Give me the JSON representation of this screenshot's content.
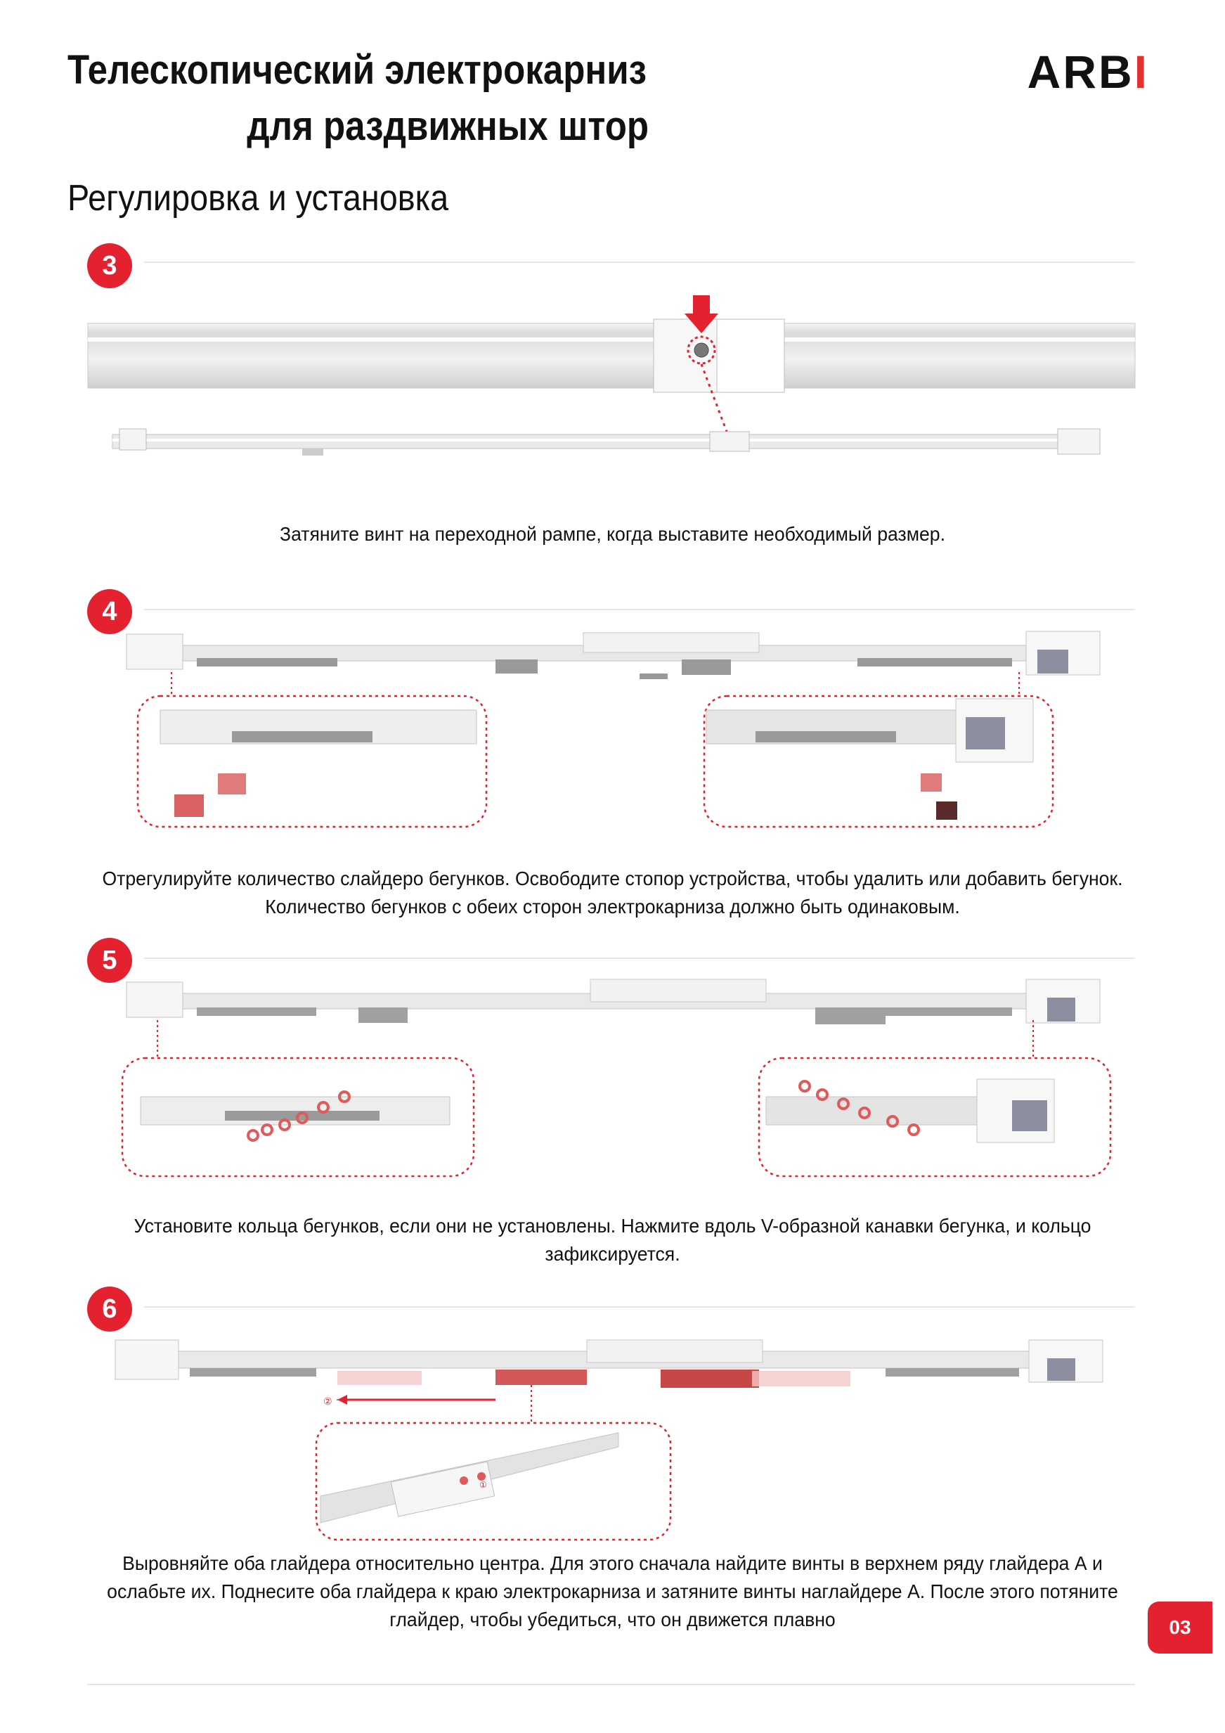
{
  "header": {
    "title_line1": "Телескопический электрокарниз",
    "title_line2": "для раздвижных штор",
    "logo_main": "ARB",
    "logo_accent": "I",
    "accent_color": "#e3212f"
  },
  "section_title": "Регулировка и установка",
  "steps": [
    {
      "number": "3",
      "caption": [
        "Затяните винт на переходной рампе, когда выставите необходимый размер."
      ]
    },
    {
      "number": "4",
      "caption": [
        "Отрегулируйте количество слайдеро бегунков. Освободите стопор устройства, чтобы удалить или добавить бегунок.",
        "Количество бегунков с обеих сторон электрокарниза должно быть одинаковым."
      ]
    },
    {
      "number": "5",
      "caption": [
        "Установите кольца бегунков, если они не установлены. Нажмите вдоль V-образной канавки бегунка, и кольцо",
        "зафиксируется."
      ]
    },
    {
      "number": "6",
      "caption": [
        "Выровняйте оба глайдера относительно центра. Для этого сначала найдите винты в верхнем ряду глайдера А и",
        "ослабьте их. Поднесите оба глайдера к краю электрокарниза и затяните винты наглайдере А. После этого потяните",
        "глайдер, чтобы убедиться, что он движется плавно"
      ]
    }
  ],
  "annotations": {
    "marker_2": "②",
    "marker_1": "①"
  },
  "page_number": "03"
}
